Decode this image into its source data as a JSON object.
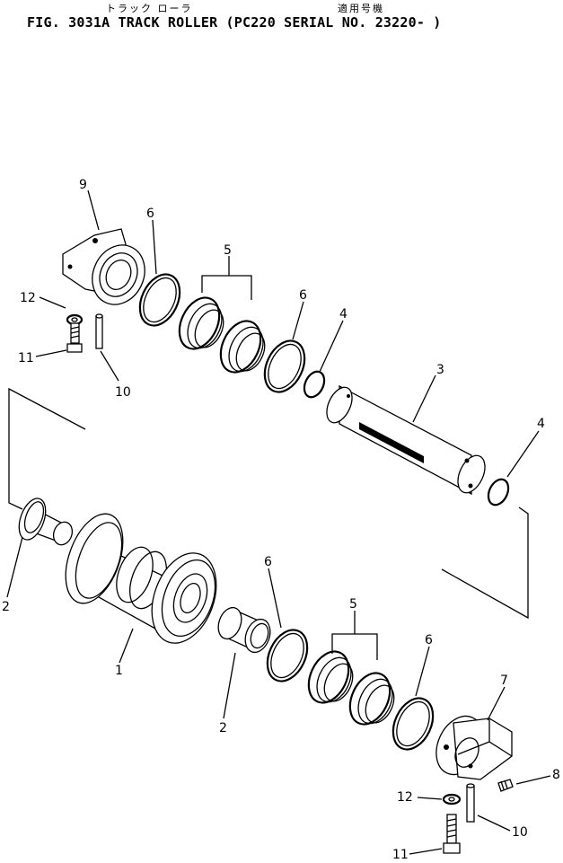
{
  "header": {
    "title": "FIG. 3031A  TRACK ROLLER (PC220 SERIAL NO. 23220- )",
    "jp_part_name": "トラック ローラ",
    "jp_applicability": "適用号機"
  },
  "callouts": [
    {
      "id": "c9",
      "label": "9"
    },
    {
      "id": "c6a",
      "label": "6"
    },
    {
      "id": "c5a",
      "label": "5"
    },
    {
      "id": "c6b",
      "label": "6"
    },
    {
      "id": "c4a",
      "label": "4"
    },
    {
      "id": "c3",
      "label": "3"
    },
    {
      "id": "c4b",
      "label": "4"
    },
    {
      "id": "c12a",
      "label": "12"
    },
    {
      "id": "c11a",
      "label": "11"
    },
    {
      "id": "c10a",
      "label": "10"
    },
    {
      "id": "c2a",
      "label": "2"
    },
    {
      "id": "c1",
      "label": "1"
    },
    {
      "id": "c2b",
      "label": "2"
    },
    {
      "id": "c6c",
      "label": "6"
    },
    {
      "id": "c5b",
      "label": "5"
    },
    {
      "id": "c6d",
      "label": "6"
    },
    {
      "id": "c7",
      "label": "7"
    },
    {
      "id": "c8",
      "label": "8"
    },
    {
      "id": "c12b",
      "label": "12"
    },
    {
      "id": "c10b",
      "label": "10"
    },
    {
      "id": "c11b",
      "label": "11"
    }
  ]
}
